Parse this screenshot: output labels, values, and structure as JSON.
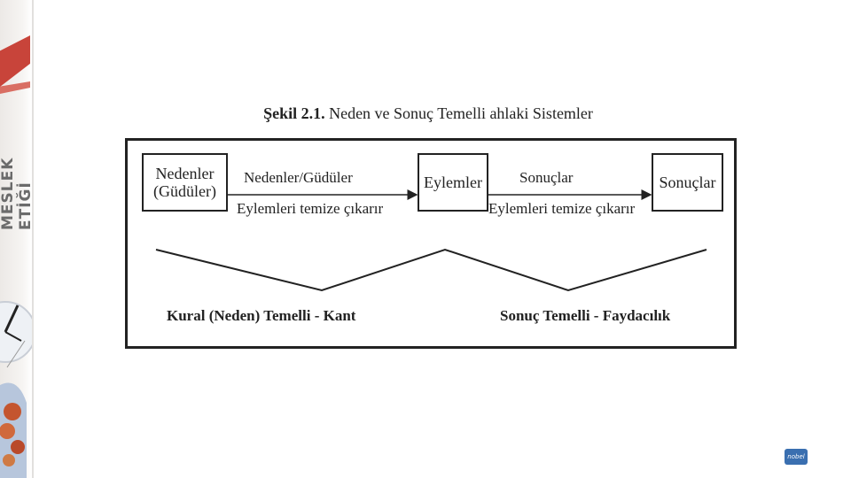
{
  "sidebar": {
    "title": "MESLEK ETİĞİ"
  },
  "figure": {
    "caption_number": "Şekil 2.1.",
    "caption_text": " Neden ve Sonuç Temelli ahlaki Sistemler",
    "nodes": {
      "causes_line1": "Nedenler",
      "causes_line2": "(Güdüler)",
      "actions": "Eylemler",
      "results": "Sonuçlar"
    },
    "arrows": {
      "left_top": "Nedenler/Güdüler",
      "left_bottom": "Eylemleri temize çıkarır",
      "right_top": "Sonuçlar",
      "right_bottom": "Eylemleri temize çıkarır"
    },
    "theories": {
      "left": "Kural (Neden) Temelli - Kant",
      "right": "Sonuç Temelli - Faydacılık"
    }
  },
  "logo": {
    "text": "nobel"
  }
}
